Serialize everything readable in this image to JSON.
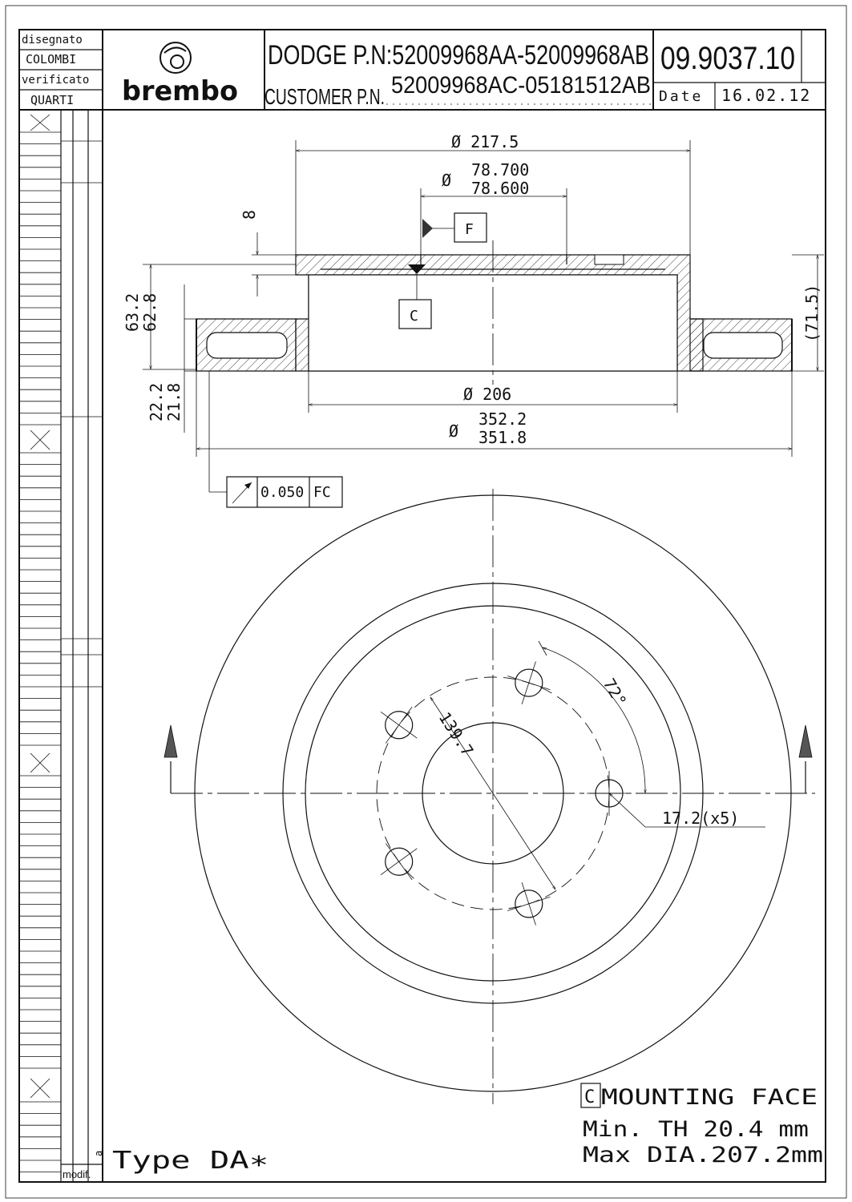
{
  "title_block": {
    "drawn_label": "disegnato",
    "drawn_by": "COLOMBI",
    "checked_label": "verificato",
    "checked_by": "QUARTI",
    "brand": "brembo",
    "oem_line": "DODGE P.N:52009968AA-52009968AB",
    "customer_prefix": "CUSTOMER P.N.",
    "customer_numbers": "52009968AC-05181512AB",
    "part_number": "09.9037.10",
    "date_label": "Date",
    "date_value": "16.02.12"
  },
  "revision_column": {
    "modif_label": "modif.",
    "index_letter": "a"
  },
  "section_view": {
    "dia_hat_outer": "Ø 217.5",
    "dia_pilot_symbol": "Ø",
    "dia_pilot_max": "78.700",
    "dia_pilot_min": "78.600",
    "hat_top_thickness": "8",
    "datum_f": "F",
    "datum_c": "C",
    "hat_height_max": "63.2",
    "hat_height_min": "62.8",
    "overall_height_ref": "(71.5)",
    "dia_hat_inner": "Ø 206",
    "disc_thickness_max": "22.2",
    "disc_thickness_min": "21.8",
    "dia_outer_symbol": "Ø",
    "dia_outer_max": "352.2",
    "dia_outer_min": "351.8",
    "runout_tolerance": "0.050",
    "runout_datums": "FC"
  },
  "front_view": {
    "bolt_circle": "139.7",
    "bolt_angle": "72°",
    "bolt_holes": "17.2(x5)"
  },
  "notes": {
    "datum_c_box": "C",
    "mounting_face": "MOUNTING FACE",
    "min_th": "Min. TH 20.4 mm",
    "max_dia": "Max DIA.207.2mm",
    "type": "Type DA∗"
  }
}
